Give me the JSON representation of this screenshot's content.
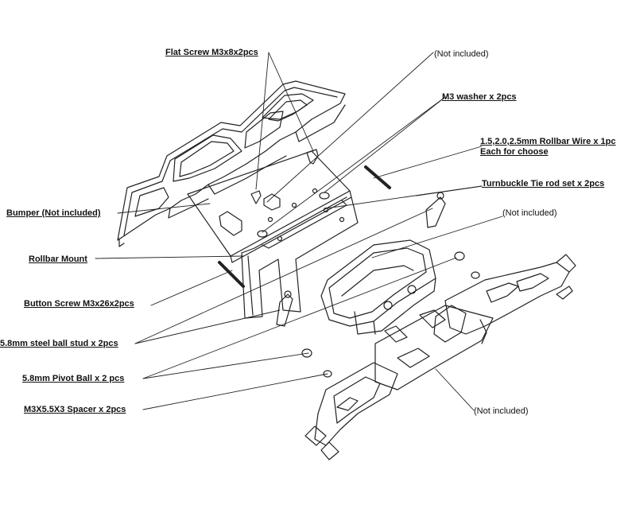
{
  "labels": {
    "flat_screw": "Flat Screw M3x8x2pcs",
    "not_included_top": "(Not included)",
    "m3_washer": "M3 washer x 2pcs",
    "rollbar_wire_line1": "1.5,2.0,2.5mm Rollbar Wire x 1pc",
    "rollbar_wire_line2": "Each for choose",
    "turnbuckle": "Turnbuckle Tie rod set x 2pcs",
    "not_included_mid": "(Not included)",
    "bumper": "Bumper (Not included)",
    "rollbar_mount": "Rollbar Mount",
    "button_screw": "Button Screw M3x26x2pcs",
    "ball_stud": "5.8mm steel ball stud x 2pcs",
    "pivot_ball": "5.8mm Pivot Ball  x 2 pcs",
    "spacer": "M3X5.5X3 Spacer x 2pcs",
    "not_included_bottom": "(Not included)"
  }
}
